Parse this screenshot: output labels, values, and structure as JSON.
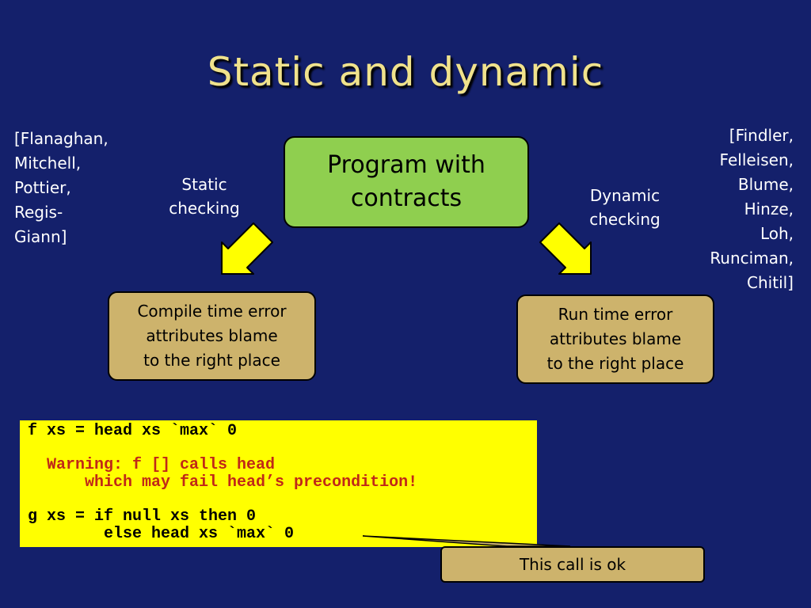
{
  "slide": {
    "title": "Static and dynamic",
    "refs_left": "[Flanaghan,\nMitchell,\nPottier,\nRegis-\nGiann]",
    "refs_right": "[Findler,\nFelleisen,\nBlume,\nHinze,\nLoh,\nRunciman,\nChitil]",
    "static_label": "Static\nchecking",
    "dynamic_label": "Dynamic\nchecking",
    "program_box": "Program with\ncontracts",
    "compile_box": "Compile time error\nattributes blame\nto the right place",
    "run_box": "Run time error\nattributes blame\nto the right place",
    "callout": "This call is ok"
  },
  "code": {
    "line1": "f xs = head xs `max` 0",
    "warn1": "  Warning: f [] calls head",
    "warn2": "      which may fail head’s precondition!",
    "line4": "g xs = if null xs then 0",
    "line5": "        else head xs `max` 0"
  },
  "colors": {
    "background": "#14206b",
    "title": "#f0e28c",
    "program_box": "#8fcf4f",
    "result_box": "#cdb36c",
    "code_bg": "#ffff00",
    "warning": "#c02818",
    "arrow": "#ffff00"
  }
}
